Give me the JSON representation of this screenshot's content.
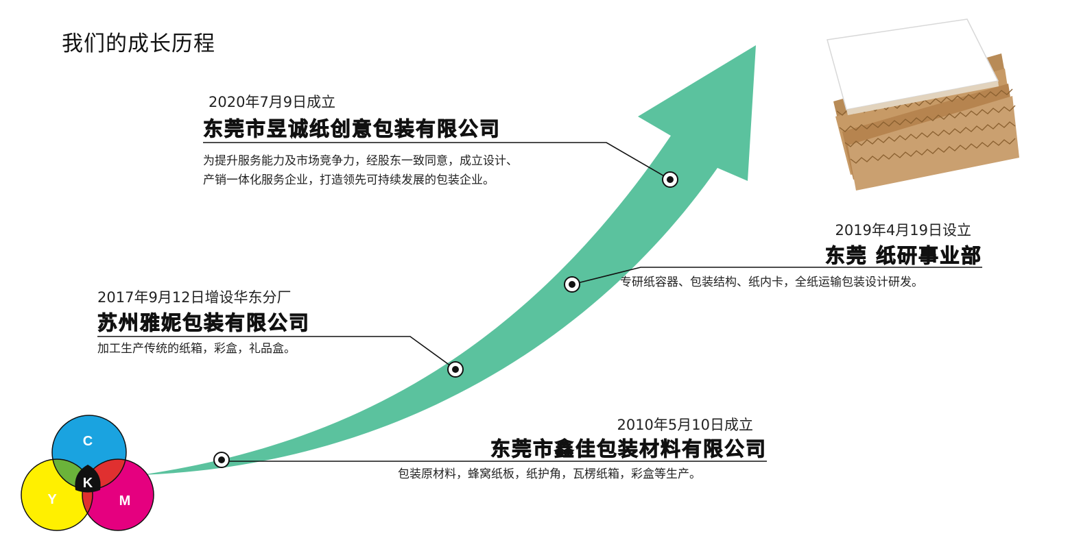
{
  "page": {
    "title": "我们的成长历程"
  },
  "cmyk_logo": {
    "c": "C",
    "m": "M",
    "y": "Y",
    "k": "K",
    "colors": {
      "c": "#1aa3e0",
      "m": "#e5007f",
      "y": "#fff000",
      "k": "#111111"
    }
  },
  "arrow": {
    "color": "#5bc29e"
  },
  "milestones": [
    {
      "date": "2010年5月10日成立",
      "company": "东莞市鑫佳包装材料有限公司",
      "desc": [
        "包装原材料，蜂窝纸板，纸护角，瓦楞纸箱，彩盒等生产。"
      ]
    },
    {
      "date": "2017年9月12日增设华东分厂",
      "company": "苏州雅妮包装有限公司",
      "desc": [
        "加工生产传统的纸箱，彩盒，礼品盒。"
      ]
    },
    {
      "date": "2019年4月19日设立",
      "company": "东莞 纸研事业部",
      "desc": [
        "专研纸容器、包装结构、纸内卡，全纸运输包装设计研发。"
      ]
    },
    {
      "date": "2020年7月9日成立",
      "company": "东莞市昱诚纸创意包装有限公司",
      "desc": [
        "为提升服务能力及市场竞争力，经股东一致同意，成立设计、",
        "产销一体化服务企业，打造领先可持续发展的包装企业。"
      ]
    }
  ]
}
